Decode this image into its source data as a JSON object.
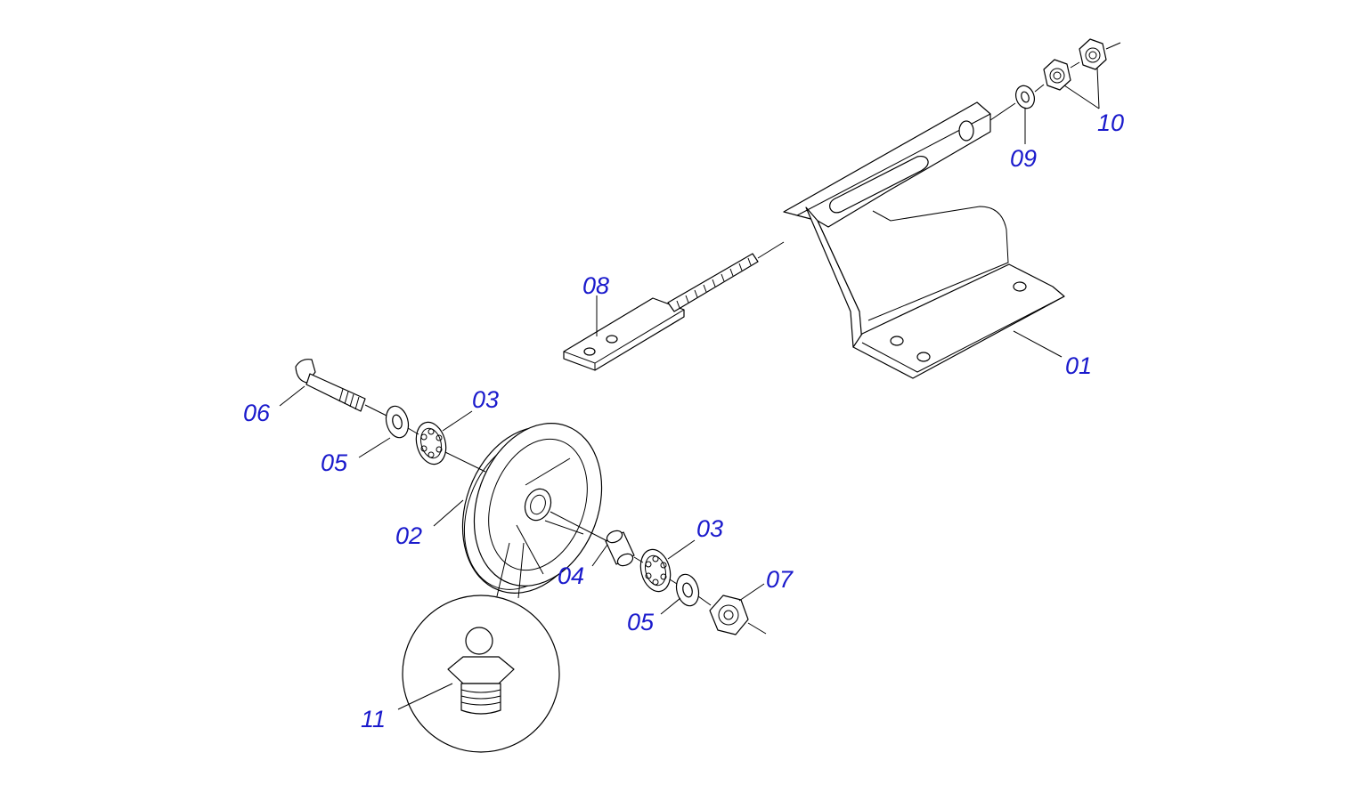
{
  "colors": {
    "callout": "#1a1acc",
    "line": "#000000",
    "background": "#ffffff"
  },
  "callouts": {
    "c01": "01",
    "c02": "02",
    "c03a": "03",
    "c03b": "03",
    "c04": "04",
    "c05a": "05",
    "c05b": "05",
    "c06": "06",
    "c07": "07",
    "c08": "08",
    "c09": "09",
    "c10": "10",
    "c11": "11"
  }
}
